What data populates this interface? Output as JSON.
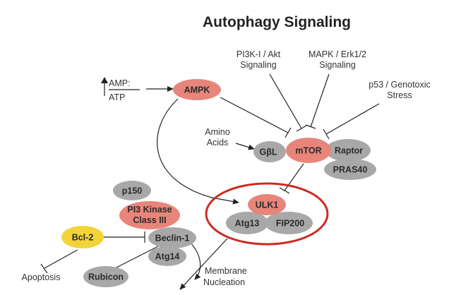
{
  "title": "Autophagy Signaling",
  "colors": {
    "red_node": "#e8857a",
    "grey_node": "#a8a8a8",
    "yellow_node": "#f2d33a",
    "highlight_ring": "#cc2a22",
    "line": "#222222"
  },
  "nodes": {
    "ampk": "AMPK",
    "mtor": "mTOR",
    "gbl": "GβL",
    "raptor": "Raptor",
    "pras40": "PRAS40",
    "ulk1": "ULK1",
    "atg13": "Atg13",
    "fip200": "FIP200",
    "p150": "p150",
    "pi3k_class3_line1": "PI3 Kinase",
    "pi3k_class3_line2": "Class III",
    "bcl2": "Bcl-2",
    "beclin1": "Beclin-1",
    "atg14": "Atg14",
    "rubicon": "Rubicon"
  },
  "labels": {
    "amp": "AMP:",
    "atp": "ATP",
    "pi3k_akt_line1": "PI3K-I / Akt",
    "pi3k_akt_line2": "Signaling",
    "mapk_line1": "MAPK / Erk1/2",
    "mapk_line2": "Signaling",
    "p53_line1": "p53 / Genotoxic",
    "p53_line2": "Stress",
    "amino_line1": "Amino",
    "amino_line2": "Acids",
    "apoptosis": "Apoptosis",
    "membrane_line1": "Membrane",
    "membrane_line2": "Nucleation"
  }
}
